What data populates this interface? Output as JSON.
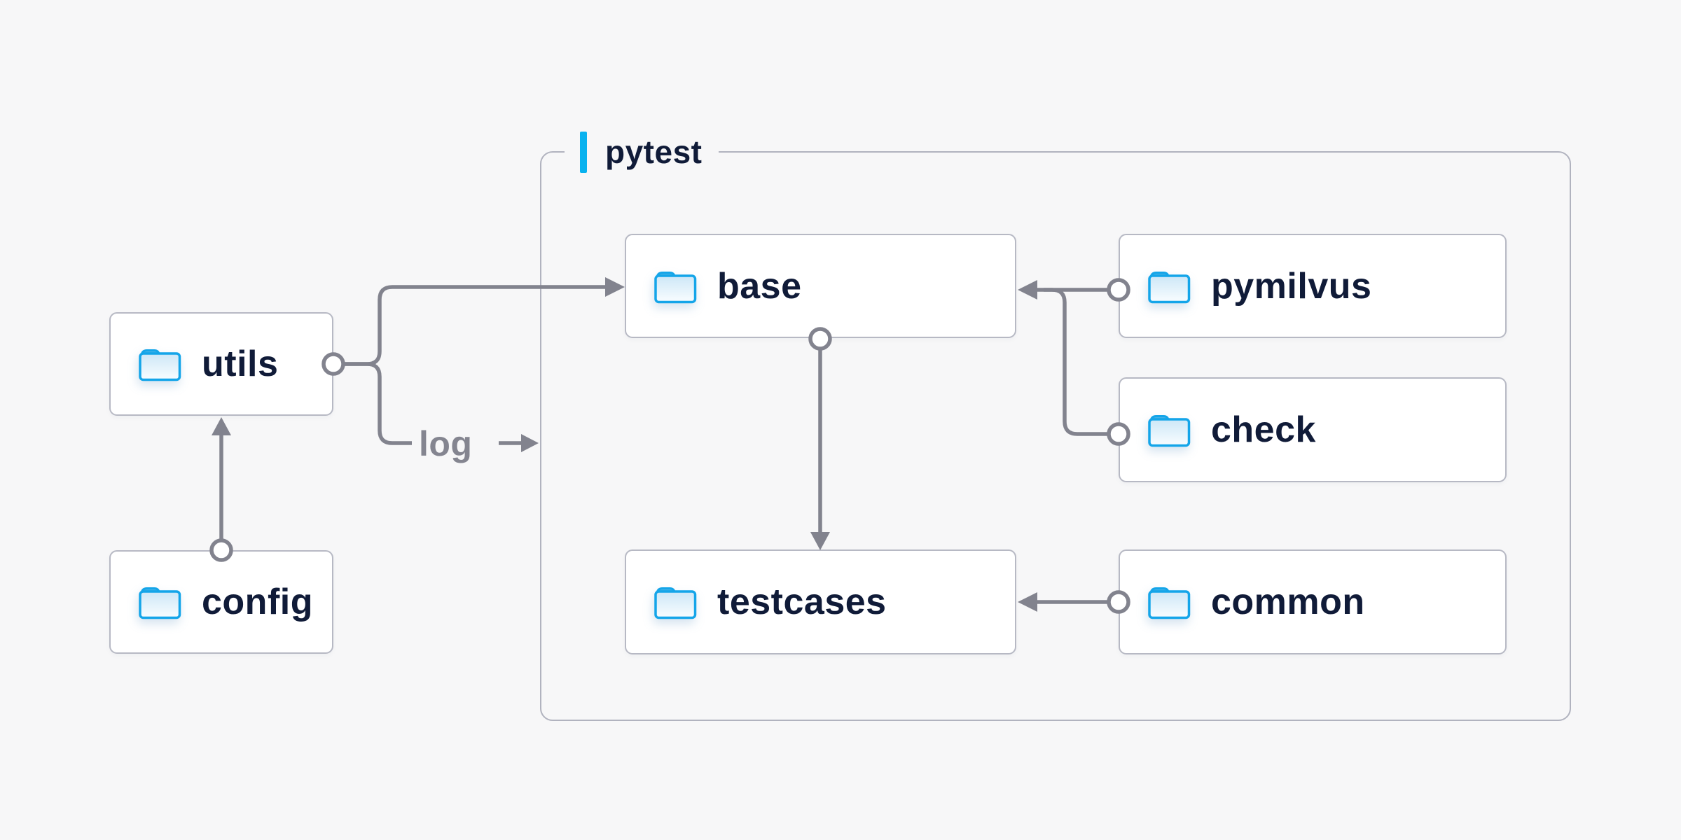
{
  "diagram": {
    "group": {
      "label": "pytest"
    },
    "nodes": {
      "utils": {
        "label": "utils"
      },
      "config": {
        "label": "config"
      },
      "base": {
        "label": "base"
      },
      "pymilvus": {
        "label": "pymilvus"
      },
      "check": {
        "label": "check"
      },
      "testcases": {
        "label": "testcases"
      },
      "common": {
        "label": "common"
      }
    },
    "edges": {
      "log_label": "log",
      "relations": [
        "utils -> base",
        "utils -> log",
        "config -> utils",
        "base -> testcases",
        "pymilvus -> base",
        "check -> base",
        "common -> testcases"
      ]
    },
    "colors": {
      "background": "#f7f7f8",
      "node_fill": "#ffffff",
      "node_border": "#b7b9c4",
      "group_border": "#b1b3bf",
      "connector": "#82838e",
      "label_text": "#101b38",
      "muted_text": "#848590",
      "accent_bar": "#09b2ef",
      "folder_stroke": "#14a5e9",
      "folder_tab": "#45b1e6"
    }
  }
}
